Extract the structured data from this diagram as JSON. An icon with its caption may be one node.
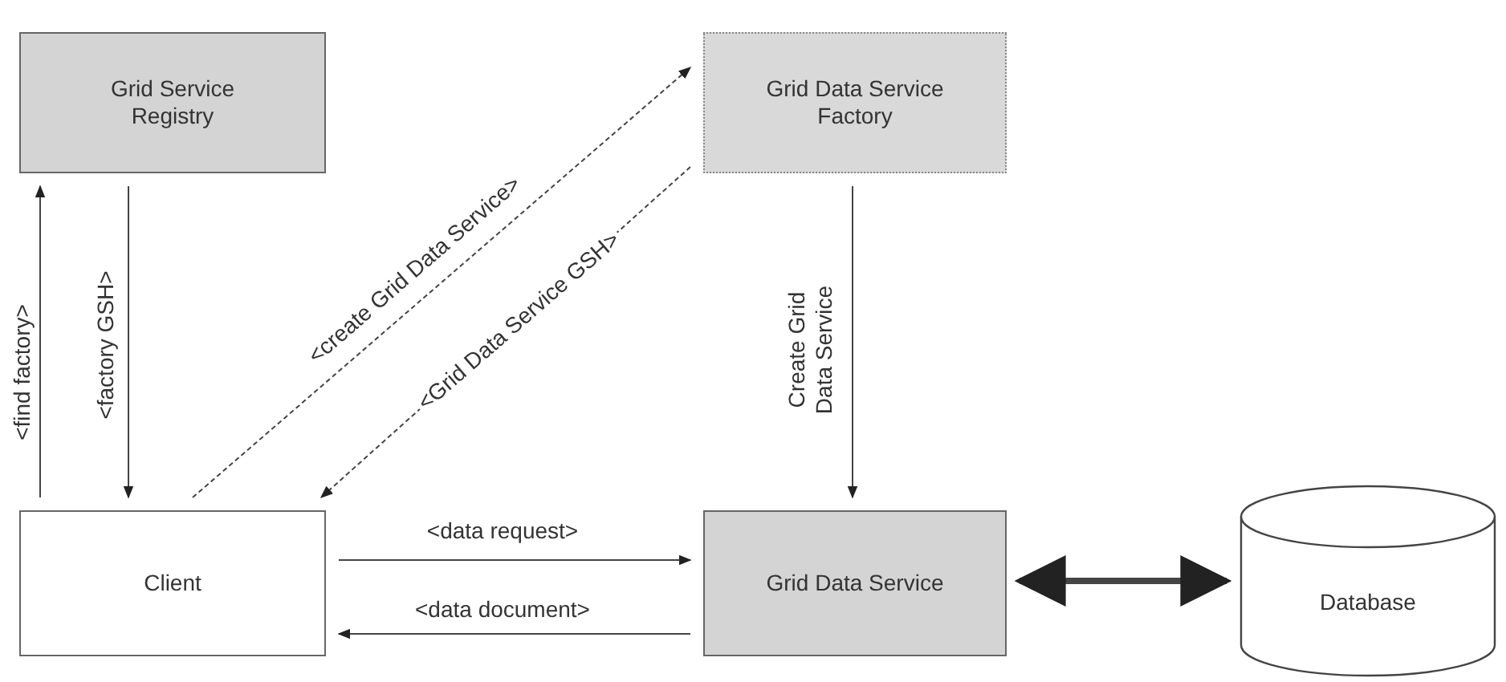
{
  "diagram": {
    "nodes": [
      {
        "text": [
          "Grid Service Registry"
        ]
      },
      {
        "text": [
          "Grid Data Service Factory"
        ]
      },
      {
        "text": [
          "Client"
        ]
      },
      {
        "text": [
          "Grid Data Service"
        ]
      },
      {
        "text": [
          "Database"
        ]
      }
    ],
    "edges": [
      {
        "from": 2,
        "to": 0,
        "arrow": "to",
        "label": "<find factory>"
      },
      {
        "from": 0,
        "to": 2,
        "arrow": "to",
        "label": "<factory GSH>"
      },
      {
        "from": 2,
        "to": 1,
        "arrow": "to",
        "label": "<create Grid Data Service>",
        "style": "dashed"
      },
      {
        "from": 1,
        "to": 2,
        "arrow": "to",
        "label": "<Grid Data Service GSH>",
        "style": "dashed"
      },
      {
        "from": 1,
        "to": 3,
        "arrow": "to",
        "label": "Create Grid Data Service"
      },
      {
        "from": 2,
        "to": 3,
        "arrow": "to",
        "label": "<data request>"
      },
      {
        "from": 3,
        "to": 2,
        "arrow": "to",
        "label": "<data document>"
      },
      {
        "from": 3,
        "to": 4,
        "arrow": "both",
        "style": "thick"
      }
    ]
  }
}
